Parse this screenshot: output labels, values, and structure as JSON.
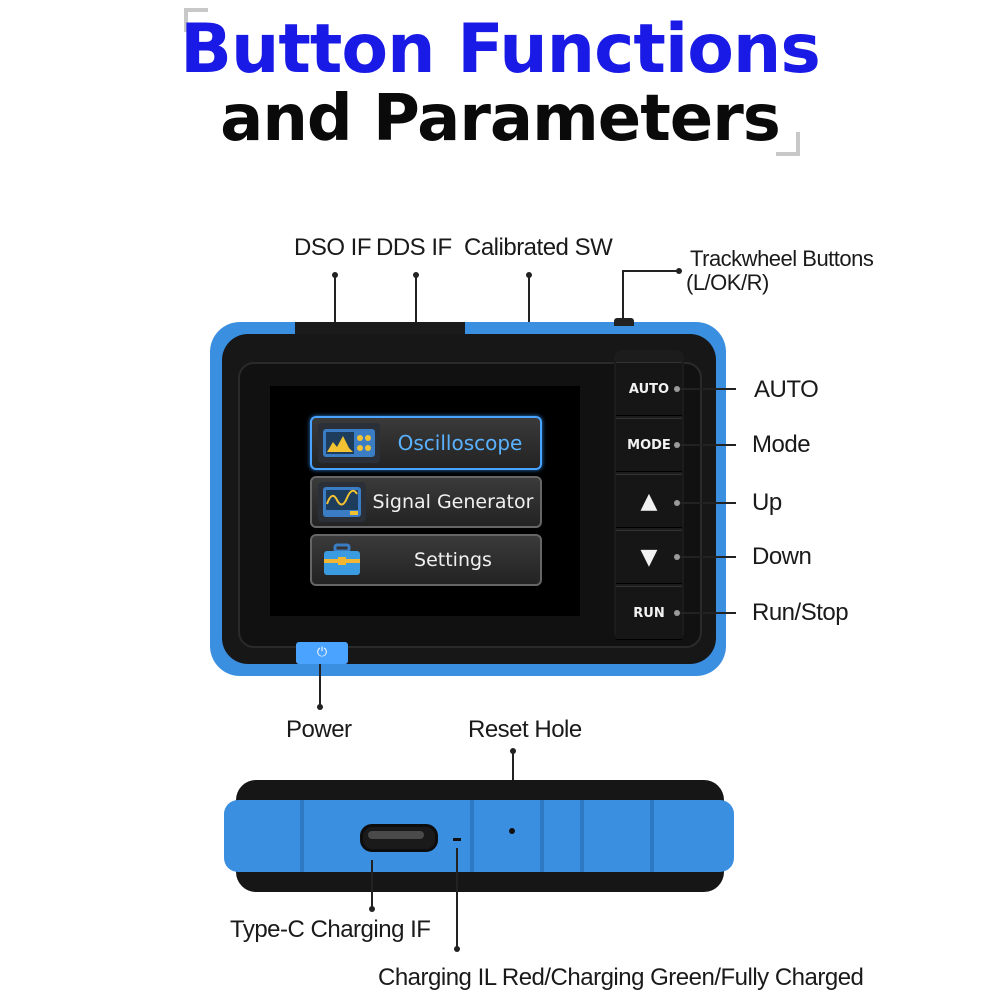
{
  "title": {
    "line1": "Button Functions",
    "line2": "and Parameters"
  },
  "top_labels": {
    "dso_if": "DSO IF",
    "dds_if": "DDS IF",
    "calibrated_sw": "Calibrated SW",
    "trackwheel_line1": "Trackwheel Buttons",
    "trackwheel_line2": "(L/OK/R)"
  },
  "screen_menu": [
    {
      "label": "Oscilloscope",
      "active": true,
      "icon": "oscilloscope-icon"
    },
    {
      "label": "Signal Generator",
      "active": false,
      "icon": "signal-generator-icon"
    },
    {
      "label": "Settings",
      "active": false,
      "icon": "toolbox-icon"
    }
  ],
  "hardware_buttons": {
    "auto": "AUTO",
    "mode": "MODE",
    "up": "▲",
    "down": "▼",
    "run": "RUN"
  },
  "right_labels": {
    "auto": "AUTO",
    "mode": "Mode",
    "up": "Up",
    "down": "Down",
    "run_stop": "Run/Stop"
  },
  "power_icon": "⏻",
  "bottom_labels": {
    "power": "Power",
    "reset_hole": "Reset Hole",
    "type_c": "Type-C Charging IF",
    "charging_il": "Charging IL Red/Charging Green/Fully Charged"
  },
  "colors": {
    "title_blue": "#1a1ae6",
    "device_blue": "#3b8fe0",
    "screen_accent": "#4aa3ff"
  }
}
